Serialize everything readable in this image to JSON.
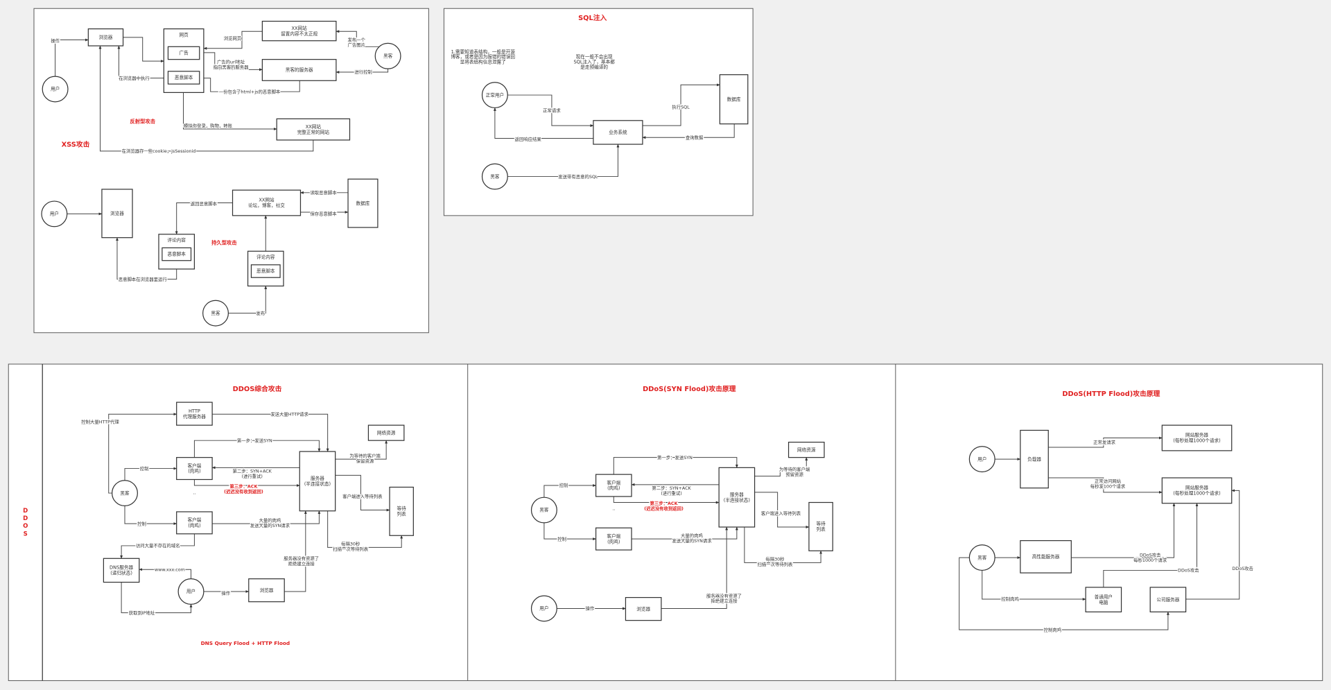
{
  "titles": {
    "xss": "XSS攻击",
    "xss_reflected": "反射型攻击",
    "xss_stored": "持久型攻击",
    "sql": "SQL注入",
    "ddos_side": "DDOS",
    "ddos_combo": "DDOS综合攻击",
    "ddos_combo_footer": "DNS Query Flood + HTTP Flood",
    "ddos_syn": "DDoS(SYN Flood)攻击原理",
    "ddos_http": "DDoS(HTTP Flood)攻击原理"
  },
  "notes": {
    "sql_note1": [
      "1.需要知道表结构，一般是开源",
      "博客，或者是因为报错的错误回",
      "显将表结构信息泄露了"
    ],
    "sql_note2": [
      "现在一般不会出现",
      "SQL注入了，基本都",
      "是走预编译的"
    ]
  },
  "nodes": {
    "xss_user": [
      "用户"
    ],
    "xss_browser": [
      "浏览器"
    ],
    "xss_page": [
      "网页"
    ],
    "xss_ad": [
      "广告"
    ],
    "xss_script": [
      "恶意脚本"
    ],
    "xss_site_bad": [
      "XX网站",
      "留置内容不太正规"
    ],
    "xss_hacker": [
      "黑客"
    ],
    "xss_hacker_server": [
      "黑客的服务器"
    ],
    "xss_site_ok": [
      "XX网站",
      "完整正常的网站"
    ],
    "xss2_user": [
      "用户"
    ],
    "xss2_browser": [
      "浏览器"
    ],
    "xss2_site": [
      "XX网站",
      "论坛，博客，社交"
    ],
    "xss2_db": [
      "数据库"
    ],
    "xss2_comment_a": [
      "评论内容"
    ],
    "xss2_script_a": [
      "恶意脚本"
    ],
    "xss2_comment_b": [
      "评论内容"
    ],
    "xss2_script_b": [
      "恶意脚本"
    ],
    "xss2_hacker": [
      "黑客"
    ],
    "sql_user": [
      "正常用户"
    ],
    "sql_hacker": [
      "黑客"
    ],
    "sql_system": [
      "业务系统"
    ],
    "sql_db": [
      "数据库"
    ],
    "d1_proxy": [
      "HTTP",
      "代理服务器"
    ],
    "d1_server": [
      "服务器",
      "(半连接状态)"
    ],
    "d1_netres": [
      "网络资源"
    ],
    "d1_client_a": [
      "客户端",
      "(肉鸡)"
    ],
    "d1_client_b": [
      "客户端",
      "(肉鸡)"
    ],
    "d1_hacker": [
      "黑客"
    ],
    "d1_wait": [
      "等待",
      "列表"
    ],
    "d1_dns": [
      "DNS服务器",
      "(递归状态)"
    ],
    "d1_user": [
      "用户"
    ],
    "d1_browser": [
      "浏览器"
    ],
    "d1_dots": [
      ".."
    ],
    "d2_hacker": [
      "黑客"
    ],
    "d2_client_a": [
      "客户端",
      "(肉鸡)"
    ],
    "d2_client_b": [
      "客户端",
      "(肉鸡)"
    ],
    "d2_server": [
      "服务器",
      "(半连接状态)"
    ],
    "d2_netres": [
      "网络资源"
    ],
    "d2_wait": [
      "等待",
      "列表"
    ],
    "d2_user": [
      "用户"
    ],
    "d2_browser": [
      "浏览器"
    ],
    "d2_dots": [
      ".."
    ],
    "d3_user": [
      "用户"
    ],
    "d3_lb": [
      "负载器"
    ],
    "d3_srv_a": [
      "网站服务器",
      "(每秒处理1000个请求)"
    ],
    "d3_srv_b": [
      "网站服务器",
      "(每秒处理1000个请求)"
    ],
    "d3_hacker": [
      "黑客"
    ],
    "d3_hp": [
      "高性能服务器"
    ],
    "d3_pc": [
      "普通用户",
      "电脑"
    ],
    "d3_corp": [
      "公司服务器"
    ]
  },
  "edges": {
    "xss_e1": [
      "操作"
    ],
    "xss_e2": [
      ""
    ],
    "xss_e3": [
      "浏览网页"
    ],
    "xss_e4": [
      "发布一个",
      "广告图片"
    ],
    "xss_e5": [
      "广告的url地址",
      "指向黑客的服务器"
    ],
    "xss_e6": [
      "进行控制"
    ],
    "xss_e7": [
      "一份包含了html+js的恶意脚本"
    ],
    "xss_e8": [
      "在浏览器中执行"
    ],
    "xss_e9": [
      "模拟你登录，购物，转账"
    ],
    "xss_e10": [
      "在浏览器存一些cookie，jsSessionid"
    ],
    "xss2_e1": [
      ""
    ],
    "xss2_e2": [
      "返回恶意脚本"
    ],
    "xss2_e3": [
      "读取恶意脚本"
    ],
    "xss2_e4": [
      "保存恶意脚本"
    ],
    "xss2_e5": [
      "恶意脚本在浏览器里运行"
    ],
    "xss2_e6": [
      "发布"
    ],
    "xss2_e7": [
      ""
    ],
    "sql_e1": [
      "正常请求"
    ],
    "sql_e2": [
      "返回响应结果"
    ],
    "sql_e3": [
      "发送带有恶意的SQL"
    ],
    "sql_e4": [
      "执行SQL"
    ],
    "sql_e5": [
      "查询数据"
    ],
    "d1_e1": [
      "控制大量HTTP代理"
    ],
    "d1_e2": [
      "发送大量HTTP请求"
    ],
    "d1_e3": [
      "第一步：发送SYN"
    ],
    "d1_e4": [
      "第二步：SYN+ACK",
      "(进行重试)"
    ],
    "d1_e5": [
      "第三步：ACK",
      "(迟迟没有收到返回)"
    ],
    "d1_e6": [
      "控制"
    ],
    "d1_e7": [
      "控制"
    ],
    "d1_e8": [
      "大量的肉鸡",
      "发送大量的SYN请求"
    ],
    "d1_e9": [
      "访问大量不存在的域名"
    ],
    "d1_e10": [
      "为等待的客户端",
      "保留资源"
    ],
    "d1_e11": [
      "客户端进入等待列表"
    ],
    "d1_e12": [
      "每隔30秒",
      "扫描一次等待列表"
    ],
    "d1_e13": [
      "www.xxx.com"
    ],
    "d1_e14": [
      "获取到IP地址"
    ],
    "d1_e15": [
      "操作"
    ],
    "d1_e16": [
      "服务器没有资源了",
      "拒绝建立连接"
    ],
    "d2_e3": [
      "第一步：发送SYN"
    ],
    "d2_e4": [
      "第二步：SYN+ACK",
      "(进行重试)"
    ],
    "d2_e5": [
      "第三步：ACK",
      "(迟迟没有收到返回)"
    ],
    "d2_e6": [
      "控制"
    ],
    "d2_e7": [
      "控制"
    ],
    "d2_e8": [
      "大量的肉鸡",
      "发送大量的SYN请求"
    ],
    "d2_e10": [
      "为等待的客户端",
      "预留资源"
    ],
    "d2_e11": [
      "客户端进入等待列表"
    ],
    "d2_e12": [
      "每隔30秒",
      "扫描一次等待列表"
    ],
    "d2_e15": [
      "操作"
    ],
    "d2_e16": [
      "服务器没有资源了",
      "拒绝建立连接"
    ],
    "d3_e1": [
      ""
    ],
    "d3_e2": [
      "正常发请求"
    ],
    "d3_e3": [
      "正常访问网站",
      "每秒发100个请求"
    ],
    "d3_e4": [
      ""
    ],
    "d3_e5": [
      "DDoS攻击",
      "每秒1000个请求"
    ],
    "d3_e6": [
      "DDoS攻击"
    ],
    "d3_e7": [
      "DDoS攻击"
    ],
    "d3_e8": [
      "控制肉鸡"
    ],
    "d3_e9": [
      "控制肉鸡"
    ]
  },
  "colors": {
    "accent_red": "#e02020",
    "line": "#444444"
  }
}
